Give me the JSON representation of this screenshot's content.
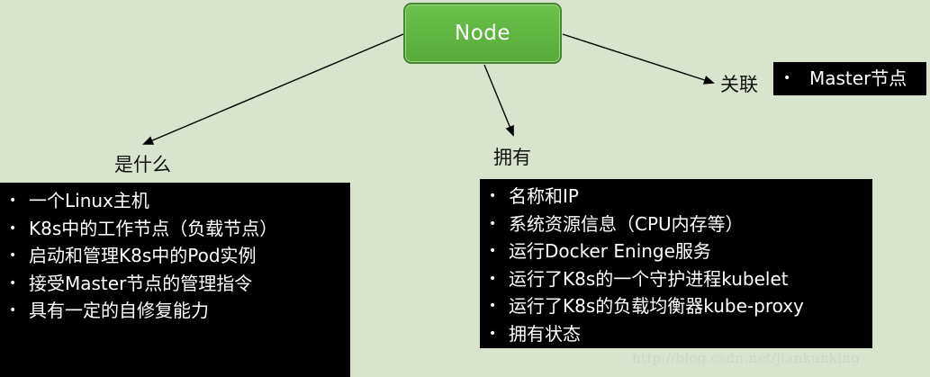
{
  "root": {
    "label": "Node"
  },
  "branches": {
    "what": {
      "label": "是什么",
      "items": [
        "一个Linux主机",
        "K8s中的工作节点（负载节点）",
        "启动和管理K8s中的Pod实例",
        "接受Master节点的管理指令",
        "具有一定的自修复能力"
      ]
    },
    "has": {
      "label": "拥有",
      "items": [
        "名称和IP",
        "系统资源信息（CPU内存等）",
        "运行Docker Eninge服务",
        "运行了K8s的一个守护进程kubelet",
        "运行了K8s的负载均衡器kube-proxy",
        "拥有状态"
      ]
    },
    "relation": {
      "label": "关联",
      "items": [
        "Master节点"
      ]
    }
  },
  "bullet_symbol": "•",
  "watermark": "http://blog.csdn.net/jiankunking",
  "colors": {
    "background": "#d8e4cd",
    "node_fill": "#5cb33f",
    "panel_fill": "#000000",
    "panel_text": "#ffffff"
  }
}
